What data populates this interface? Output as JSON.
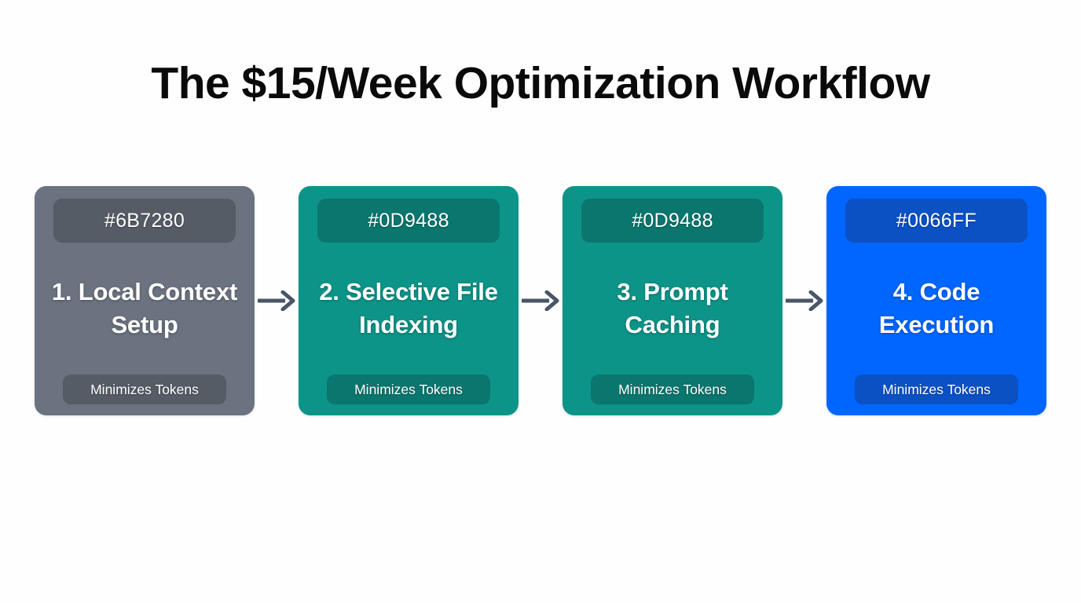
{
  "page": {
    "title": "The $15/Week Optimization Workflow",
    "background_color": "#FEFEFE",
    "title_color": "#0A0A0A"
  },
  "flow": {
    "arrow_icon": "arrow-right-icon",
    "arrow_color": "#4A5568",
    "steps": [
      {
        "badge": "#6B7280",
        "title": "1. Local Context Setup",
        "pill": "Minimizes Tokens",
        "card_color": "#6B7280",
        "badge_color": "#555C66"
      },
      {
        "badge": "#0D9488",
        "title": "2. Selective File Indexing",
        "pill": "Minimizes Tokens",
        "card_color": "#0D9488",
        "badge_color": "#0A766D"
      },
      {
        "badge": "#0D9488",
        "title": "3. Prompt Caching",
        "pill": "Minimizes Tokens",
        "card_color": "#0D9488",
        "badge_color": "#0A766D"
      },
      {
        "badge": "#0066FF",
        "title": "4. Code Execution",
        "pill": "Minimizes Tokens",
        "card_color": "#0066FF",
        "badge_color": "#0B51C4"
      }
    ]
  }
}
